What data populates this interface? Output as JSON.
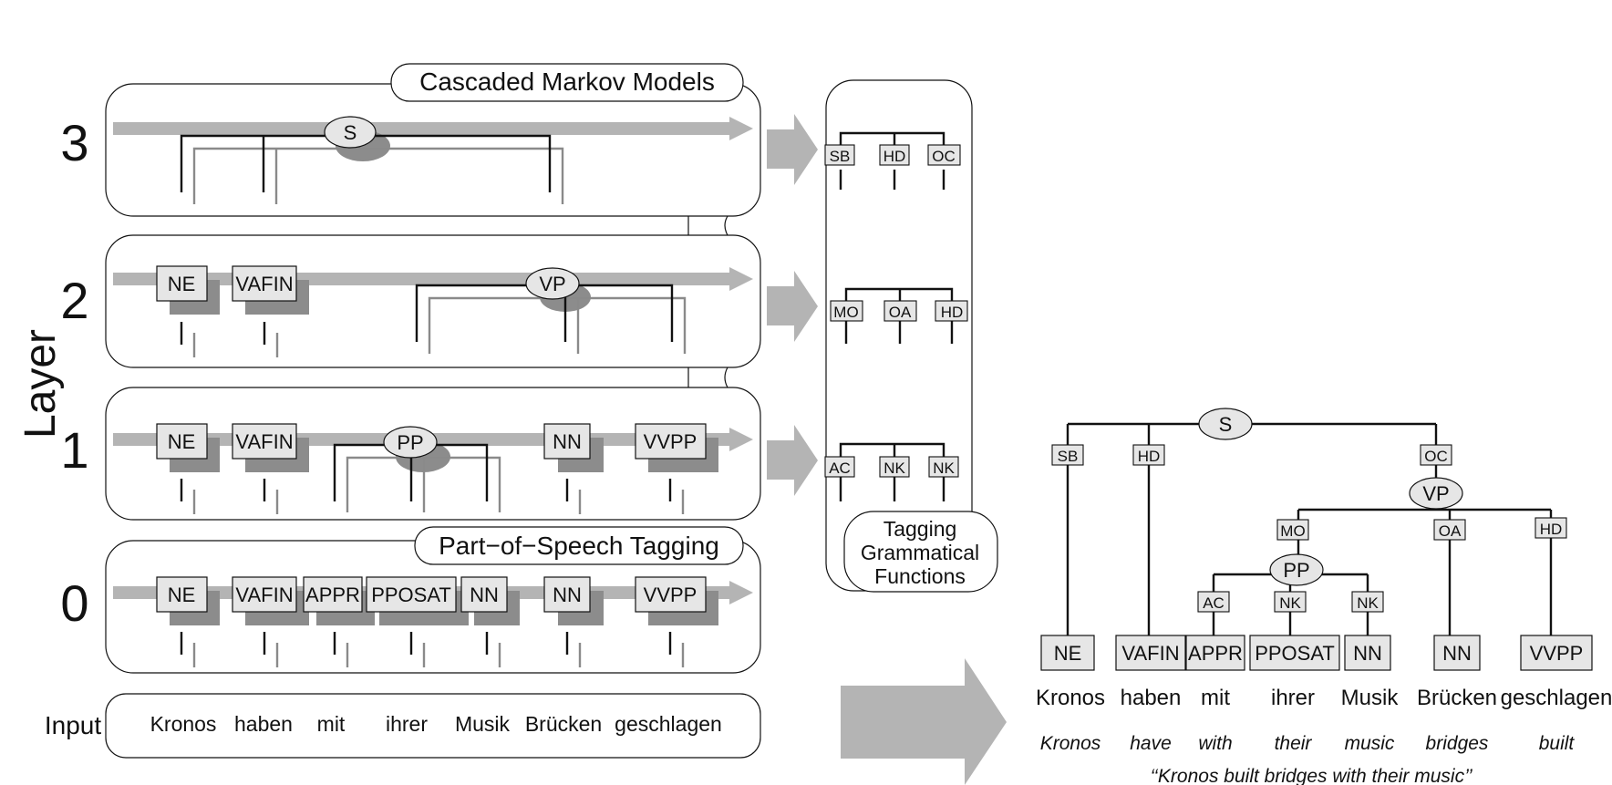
{
  "axis_label": "Layer",
  "layers": [
    {
      "number": "3",
      "title": "Cascaded Markov Models",
      "nodes": [
        {
          "label": "S",
          "shape": "ellipse"
        }
      ]
    },
    {
      "number": "2",
      "title": "",
      "nodes": [
        {
          "label": "NE",
          "shape": "box"
        },
        {
          "label": "VAFIN",
          "shape": "box"
        },
        {
          "label": "VP",
          "shape": "ellipse"
        }
      ]
    },
    {
      "number": "1",
      "title": "",
      "nodes": [
        {
          "label": "NE",
          "shape": "box"
        },
        {
          "label": "VAFIN",
          "shape": "box"
        },
        {
          "label": "PP",
          "shape": "ellipse"
        },
        {
          "label": "NN",
          "shape": "box"
        },
        {
          "label": "VVPP",
          "shape": "box"
        }
      ]
    },
    {
      "number": "0",
      "title": "Part−of−Speech Tagging",
      "nodes": [
        {
          "label": "NE",
          "shape": "box"
        },
        {
          "label": "VAFIN",
          "shape": "box"
        },
        {
          "label": "APPR",
          "shape": "box"
        },
        {
          "label": "PPOSAT",
          "shape": "box"
        },
        {
          "label": "NN",
          "shape": "box"
        },
        {
          "label": "NN",
          "shape": "box"
        },
        {
          "label": "VVPP",
          "shape": "box"
        }
      ]
    }
  ],
  "input": {
    "label": "Input",
    "words": [
      "Kronos",
      "haben",
      "mit",
      "ihrer",
      "Musik",
      "Brücken",
      "geschlagen"
    ]
  },
  "grammatical_functions": {
    "title_lines": [
      "Tagging",
      "Grammatical",
      "Functions"
    ],
    "rows": [
      [
        "SB",
        "HD",
        "OC"
      ],
      [
        "MO",
        "OA",
        "HD"
      ],
      [
        "AC",
        "NK",
        "NK"
      ]
    ]
  },
  "tree": {
    "nodes": [
      {
        "id": "S",
        "label": "S"
      },
      {
        "id": "VP",
        "label": "VP"
      },
      {
        "id": "PP",
        "label": "PP"
      }
    ],
    "edges": [
      {
        "parent": "S",
        "child": "NE",
        "label": "SB"
      },
      {
        "parent": "S",
        "child": "VAFIN",
        "label": "HD"
      },
      {
        "parent": "S",
        "child": "VP",
        "label": "OC"
      },
      {
        "parent": "VP",
        "child": "PP",
        "label": "MO"
      },
      {
        "parent": "VP",
        "child": "NN",
        "label": "OA"
      },
      {
        "parent": "VP",
        "child": "VVPP",
        "label": "HD"
      },
      {
        "parent": "PP",
        "child": "APPR",
        "label": "AC"
      },
      {
        "parent": "PP",
        "child": "PPOSAT",
        "label": "NK"
      },
      {
        "parent": "PP",
        "child": "NN",
        "label": "NK"
      }
    ],
    "pos_tags": [
      "NE",
      "VAFIN",
      "APPR",
      "PPOSAT",
      "NN",
      "NN",
      "VVPP"
    ],
    "words": [
      "Kronos",
      "haben",
      "mit",
      "ihrer",
      "Musik",
      "Brücken",
      "geschlagen"
    ],
    "glosses": [
      "Kronos",
      "have",
      "with",
      "their",
      "music",
      "bridges",
      "built"
    ],
    "translation": "‘‘Kronos built bridges with their music’’"
  },
  "colors": {
    "stroke": "#111111",
    "arrow_gray": "#b4b4b4",
    "shadow_gray": "#8c8c8c",
    "box_fill": "#e6e6e6",
    "line_gray": "#8a8a8a",
    "background": "#ffffff"
  }
}
